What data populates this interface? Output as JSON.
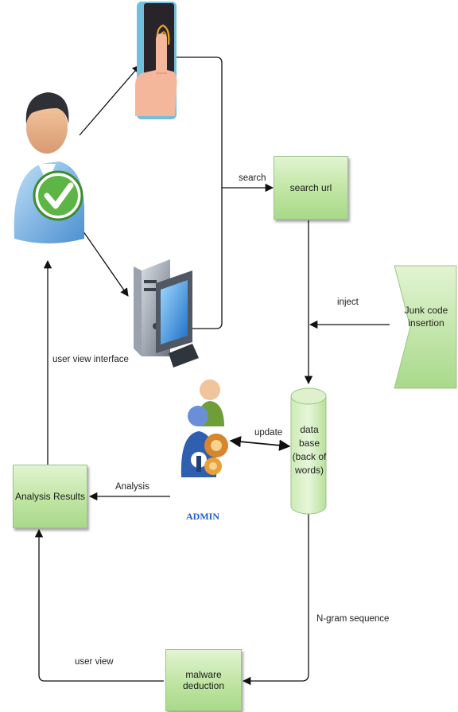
{
  "nodes": {
    "search_url": "search url",
    "junk_code": "Junk code insertion",
    "database": "data base (back of words)",
    "analysis_results": "Analysis Results",
    "malware_deduction": "malware deduction",
    "admin": "ADMIN"
  },
  "edges": {
    "search": "search",
    "inject": "inject",
    "update": "update",
    "analysis": "Analysis",
    "user_view_interface": "user view interface",
    "ngram": "N-gram sequence",
    "user_view": "user view"
  },
  "icons": [
    "user-check-icon",
    "touch-phone-icon",
    "desktop-computer-icon",
    "admin-group-icon"
  ],
  "colors": {
    "node_fill": "#bfe5a2",
    "node_border": "#9cc487",
    "arrow": "#111111"
  }
}
